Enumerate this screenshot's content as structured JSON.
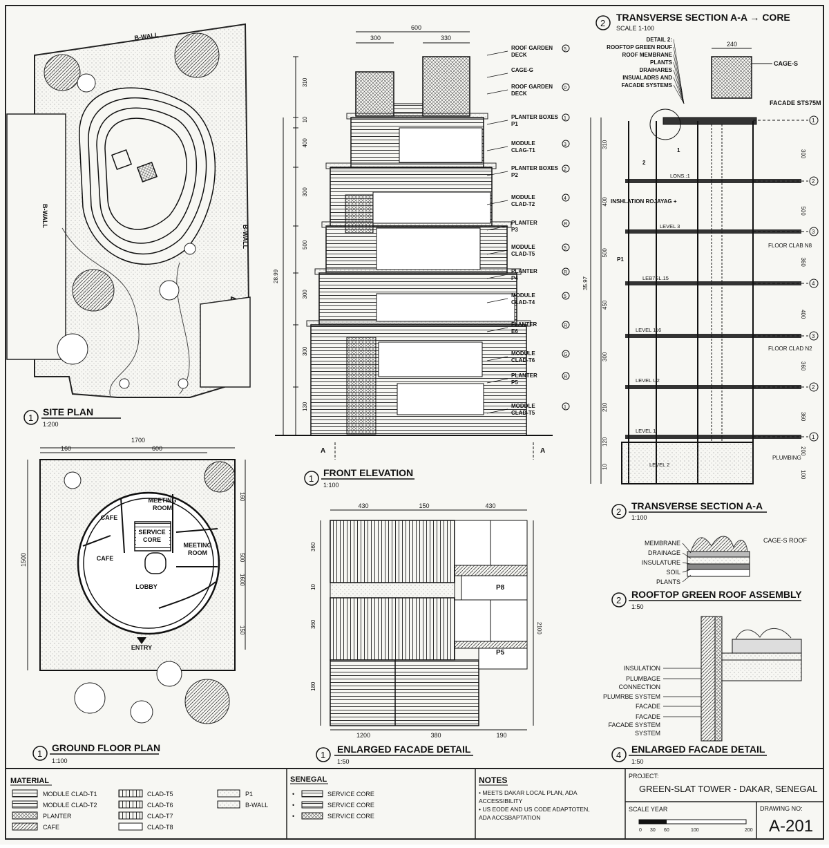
{
  "site_plan": {
    "num": "1",
    "title": "SITE PLAN",
    "scale": "1:200",
    "wall_labels": [
      "B-WALL",
      "B-WALL",
      "B-WALL"
    ]
  },
  "front_elevation": {
    "num": "1",
    "title": "FRONT ELEVATION",
    "scale": "1:100",
    "top_dims": [
      "600",
      "300",
      "330"
    ],
    "left_dims": [
      "310",
      "10",
      "400",
      "300",
      "500",
      "300",
      "300",
      "130"
    ],
    "overall_dim": "28.99",
    "section_marks": [
      "A",
      "A"
    ],
    "callouts": [
      {
        "label": "ROOF GARDEN DECK",
        "num": "5"
      },
      {
        "label": "CAGE-G",
        "num": ""
      },
      {
        "label": "ROOF GARDEN DECK",
        "num": "0"
      },
      {
        "label": "PLANTER BOXES P1",
        "num": "1"
      },
      {
        "label": "MODULE CLAG-T1",
        "num": "3"
      },
      {
        "label": "PLANTER BOXES P2",
        "num": "2"
      },
      {
        "label": "MODULE CLAD-T2",
        "num": "4"
      },
      {
        "label": "PLANTER P3",
        "num": "R"
      },
      {
        "label": "MODULE CLAD-T5",
        "num": "5"
      },
      {
        "label": "PLANTER P4",
        "num": "R"
      },
      {
        "label": "MODULE CLAD-T4",
        "num": "5"
      },
      {
        "label": "FLANTER E6",
        "num": "R"
      },
      {
        "label": "MODULE CLAD-T6",
        "num": "G"
      },
      {
        "label": "PLANTER P5",
        "num": "R"
      },
      {
        "label": "MODDLE CLAD-T5",
        "num": "1"
      }
    ]
  },
  "section_core": {
    "num": "2",
    "title": "TRANSVERSE SECTION A-A → CORE",
    "scale": "SCALE 1-100",
    "dim_top": "240",
    "callouts_left": [
      "DETAIL 2:",
      "ROOFTOP GREEN ROUF",
      "ROOF MEMBRANE",
      "PLANTS",
      "DRAIHARES",
      "INSUALADRS AND",
      "FACADE SYSTEMS"
    ],
    "cage": "CAGE-S",
    "facade": "FACADE STS75M",
    "level_labels": [
      "LONS.:1",
      "LEVEL 3",
      "LEB7SL.15",
      "LEVEL 116",
      "LEVEL U2",
      "LEVEL 1",
      "LEVEL 2"
    ],
    "insulation": "INSHLATION ROJAYAG +",
    "floor_clab_1": "FLOOR CLAB N8",
    "floor_clab_2": "FLOOR CLAD N2",
    "plumbing": "PLUMBING",
    "p1": "P1",
    "detail_nums": [
      "1",
      "2"
    ],
    "grid_nums": [
      "1",
      "2",
      "3",
      "4",
      "3",
      "2",
      "1"
    ],
    "left_dims": [
      "310",
      "400",
      "500",
      "450",
      "300",
      "210",
      "120",
      "10"
    ],
    "right_dims": [
      "300",
      "500",
      "360",
      "400",
      "360",
      "360",
      "200",
      "100"
    ],
    "overall_dim": "35.97"
  },
  "section_aa": {
    "num": "2",
    "title": "TRANSVERSE SECTION A-A",
    "scale": "1:100"
  },
  "green_roof": {
    "num": "2",
    "title": "ROOFTOP GREEN ROOF ASSEMBLY",
    "scale": "1:50",
    "layers": [
      "MEMBRANE",
      "DRAINAGE",
      "INSULATURE",
      "SOIL",
      "PLANTS"
    ],
    "right_label": "CAGE-S ROOF"
  },
  "facade_detail_right": {
    "num": "4",
    "title": "ENLARGED FACADE DETAIL",
    "scale": "1:50",
    "labels": [
      "INSULATION",
      "PLUMBAGE CONNECTION",
      "PLUMRBE SYSTEM",
      "FACADE",
      "FACADE FACADE SYSTEM SYSTEM"
    ]
  },
  "ground_floor": {
    "num": "1",
    "title": "GROUND FLOOR PLAN",
    "scale": "1:100",
    "top_dims": [
      "1700",
      "160",
      "600"
    ],
    "left_dim": "1500",
    "right_dims": [
      "160",
      "500",
      "1600",
      "150"
    ],
    "rooms": [
      "MEETING ROOM",
      "CAFE",
      "SERVICE CORE",
      "MEETING ROOM",
      "CAFE",
      "LOBBY",
      "ENTRY"
    ]
  },
  "facade_detail_center": {
    "num": "1",
    "title": "ENLARGED FACADE DETAIL",
    "scale": "1:50",
    "top_dims": [
      "430",
      "150",
      "430"
    ],
    "bottom_dims": [
      "1200",
      "380",
      "190"
    ],
    "left_dims": [
      "360",
      "10",
      "360",
      "180"
    ],
    "right_dim": "2100",
    "planter_tags": [
      "P8",
      "P5"
    ]
  },
  "title_block": {
    "material_heading": "MATERIAL",
    "materials_col1": [
      "MODULE CLAD-T1",
      "MODULE CLAD-T2",
      "PLANTER",
      "CAFE"
    ],
    "materials_col2": [
      "CLAD-T5",
      "CLAD-T6",
      "CLAD-T7",
      "CLAD-T8"
    ],
    "materials_col3": [
      "P1",
      "B-WALL"
    ],
    "senegal_heading": "SENEGAL",
    "senegal_items": [
      "SERVICE CORE",
      "SERVICE CORE",
      "SERVICE CORE"
    ],
    "notes_heading": "NOTES",
    "notes": [
      "• MEETS DAKAR LOCAL PLAN, ADA",
      "ACCESSIBILITY",
      "• US EODE AND US CODE ADAPTOTEN,",
      "ADA ACCSBAPTATION"
    ],
    "project_heading": "PROJECT:",
    "project": "GREEN-SLAT TOWER - DAKAR, SENEGAL",
    "scale_heading": "SCALE YEAR",
    "scale_ticks": [
      "0",
      "30",
      "60",
      "100",
      "200"
    ],
    "drawing_heading": "DRAWING NO:",
    "drawing_no": "A-201"
  }
}
